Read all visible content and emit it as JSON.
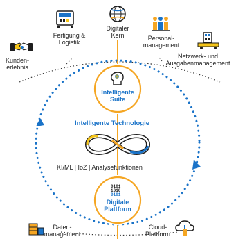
{
  "top_labels": {
    "kunden": "Kunden-\nerlebnis",
    "fertigung": "Fertigung &\nLogistik",
    "digitaler_kern": "Digitaler\nKern",
    "personal": "Personal-\nmanagement",
    "netzwerk": "Netzwerk- und\nAusgabenmanagement"
  },
  "bottom_labels": {
    "daten": "Daten-\nmanagement",
    "cloud": "Cloud-\nPlattform"
  },
  "nodes": {
    "suite": "Intelligente\nSuite",
    "platform": "Digitale\nPlattform"
  },
  "center": {
    "title": "Intelligente Technologie",
    "subtitle": "KI/ML  |  IoZ  |  Analysefunktionen"
  },
  "colors": {
    "orange": "#f5a623",
    "blue": "#1a73c8",
    "dark": "#1e1e1e",
    "yellow": "#f5c518"
  }
}
